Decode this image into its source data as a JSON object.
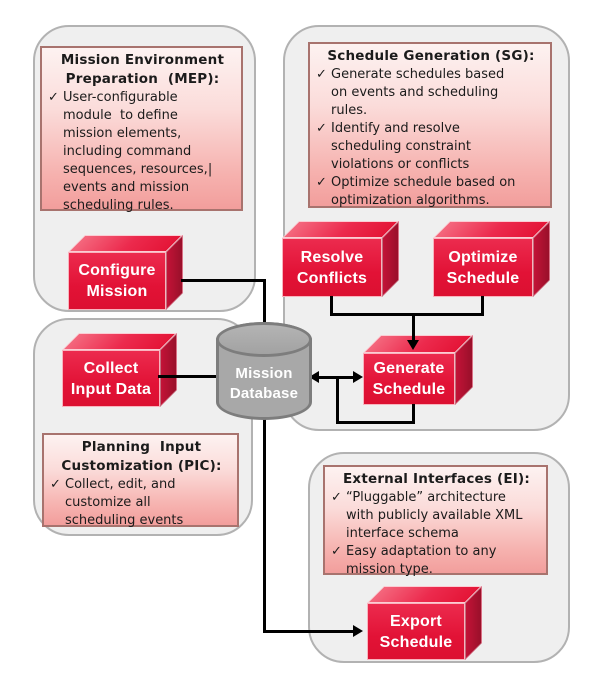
{
  "glyphs": {
    "check": "✓"
  },
  "colors": {
    "box_red": "#e21236",
    "box_red_dark": "#99102a",
    "note_pink_top": "#fdf2f1",
    "note_pink_bottom": "#f29e9c",
    "container_fill": "#efefef",
    "container_border": "#b2b2b2",
    "database_gray": "#a8a8a8",
    "connector_black": "#000000"
  },
  "modules": {
    "mep": {
      "title": "Mission Environment\nPreparation  (MEP):",
      "bullets": [
        "User-configurable\nmodule  to define\nmission elements,\nincluding command\nsequences, resources,|\nevents and mission\nscheduling rules."
      ]
    },
    "sg": {
      "title": "Schedule Generation (SG):",
      "bullets": [
        "Generate schedules based\non events and scheduling\nrules.",
        "Identify and resolve\nscheduling constraint\nviolations or conflicts",
        "Optimize schedule based on\noptimization algorithms."
      ]
    },
    "pic": {
      "title": "Planning  Input\nCustomization (PIC):",
      "bullets": [
        "Collect, edit, and\ncustomize all\nscheduling events"
      ]
    },
    "ei": {
      "title": "External Interfaces (EI):",
      "bullets": [
        "“Pluggable” architecture\nwith publicly available XML\ninterface schema",
        "Easy adaptation to any\nmission type."
      ]
    }
  },
  "nodes": {
    "configure_mission": {
      "label": "Configure\nMission"
    },
    "collect_input_data": {
      "label": "Collect\nInput Data"
    },
    "resolve_conflicts": {
      "label": "Resolve\nConflicts"
    },
    "optimize_schedule": {
      "label": "Optimize\nSchedule"
    },
    "generate_schedule": {
      "label": "Generate\nSchedule"
    },
    "export_schedule": {
      "label": "Export\nSchedule"
    },
    "mission_database": {
      "label": "Mission\nDatabase"
    }
  }
}
